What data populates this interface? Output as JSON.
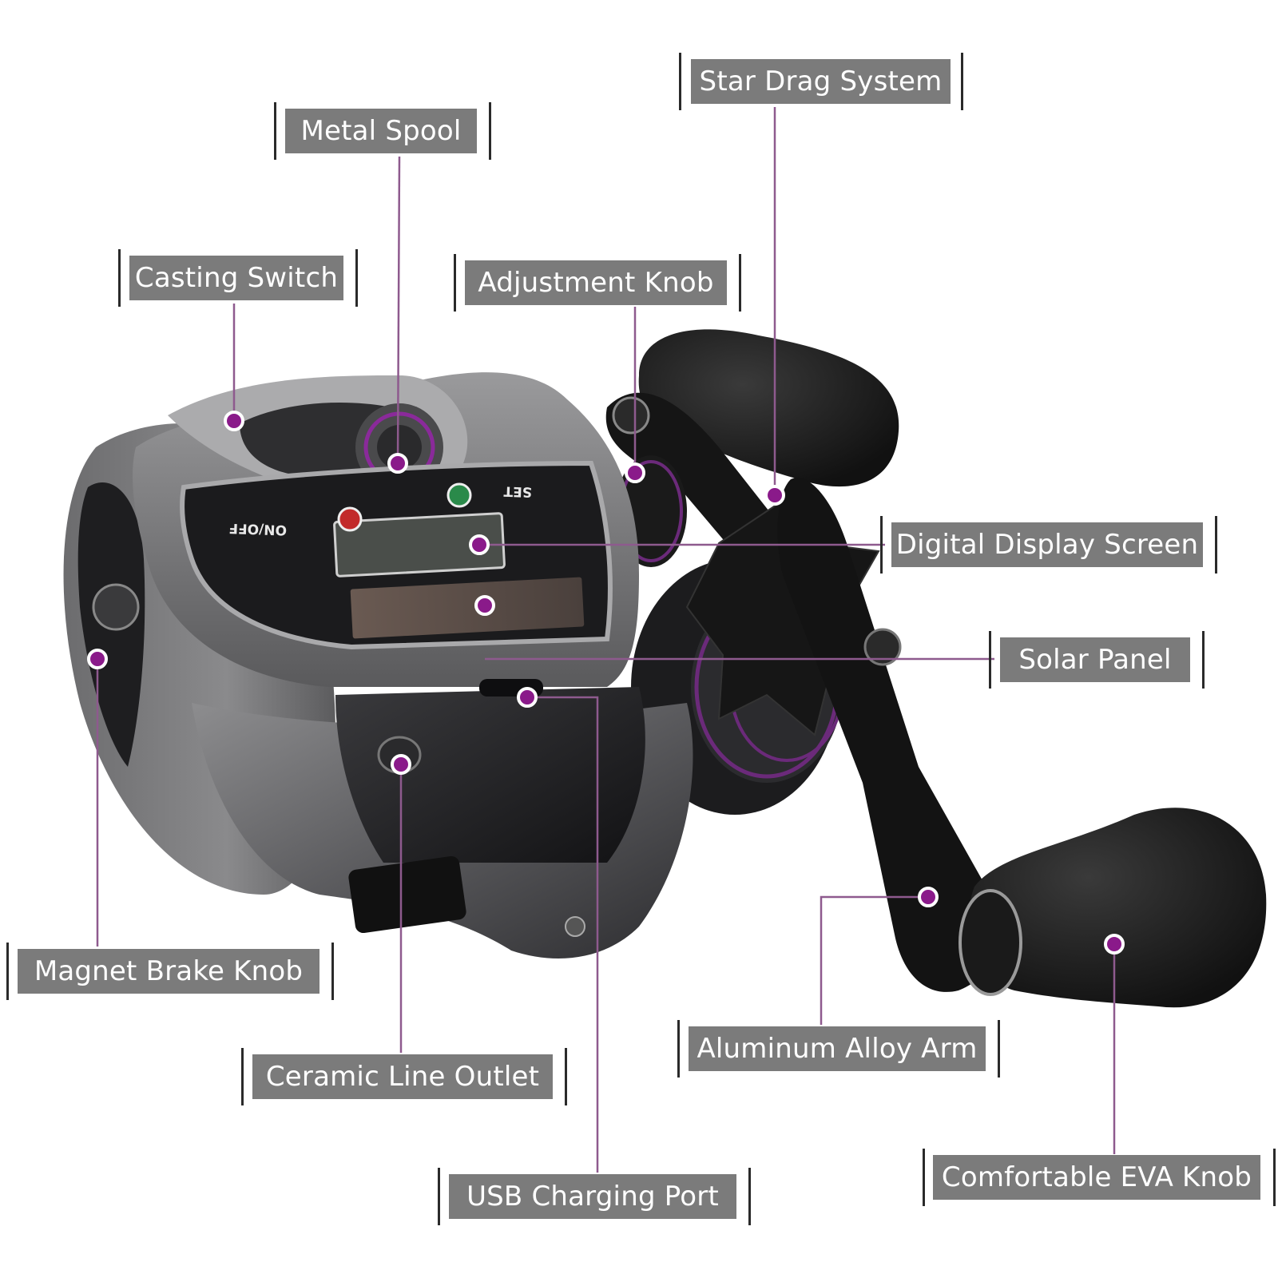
{
  "labels": {
    "star_drag": "Star Drag System",
    "metal_spool": "Metal Spool",
    "casting_switch": "Casting Switch",
    "adjustment_knob": "Adjustment Knob",
    "digital_display": "Digital Display Screen",
    "solar_panel": "Solar Panel",
    "magnet_brake": "Magnet Brake Knob",
    "ceramic_outlet": "Ceramic Line Outlet",
    "aluminum_arm": "Aluminum Alloy Arm",
    "usb_port": "USB Charging Port",
    "eva_knob": "Comfortable EVA Knob"
  },
  "reel_text": {
    "on_off": "ON/OFF",
    "set": "SET"
  },
  "colors": {
    "label_bg": "#7b7b7b",
    "leader": "#8e5a8e",
    "marker": "#8a1a8a",
    "accent": "#6b2a7a"
  }
}
